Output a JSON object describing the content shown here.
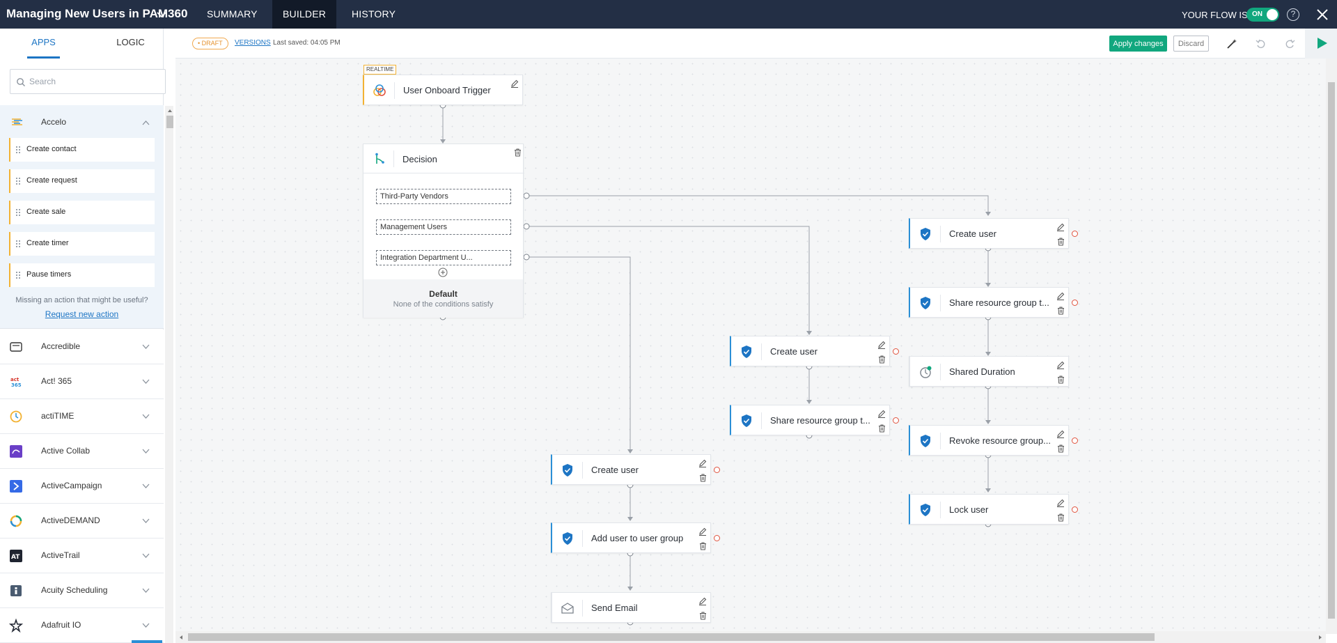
{
  "topbar": {
    "title": "Managing New Users in PAM360",
    "tabs": [
      {
        "label": "SUMMARY"
      },
      {
        "label": "BUILDER"
      },
      {
        "label": "HISTORY"
      }
    ],
    "flow_status_label": "YOUR FLOW IS",
    "toggle_label": "ON",
    "help": "?"
  },
  "sidebar": {
    "tabs": [
      {
        "label": "APPS"
      },
      {
        "label": "LOGIC"
      }
    ],
    "search_placeholder": "Search",
    "expanded_app": {
      "name": "Accelo",
      "actions": [
        "Create contact",
        "Create request",
        "Create sale",
        "Create timer",
        "Pause timers"
      ],
      "missing_text": "Missing an action that might be useful?",
      "request_link": "Request new action"
    },
    "apps": [
      {
        "name": "Accredible"
      },
      {
        "name": "Act! 365"
      },
      {
        "name": "actiTIME"
      },
      {
        "name": "Active Collab"
      },
      {
        "name": "ActiveCampaign"
      },
      {
        "name": "ActiveDEMAND"
      },
      {
        "name": "ActiveTrail"
      },
      {
        "name": "Acuity Scheduling"
      },
      {
        "name": "Adafruit IO"
      }
    ]
  },
  "toolbar": {
    "draft": "• DRAFT",
    "versions": "VERSIONS",
    "last_saved": "Last saved: 04:05 PM",
    "apply": "Apply changes",
    "discard": "Discard"
  },
  "flow": {
    "realtime_tag": "REALTIME",
    "trigger": "User Onboard Trigger",
    "decision": {
      "title": "Decision",
      "conditions": [
        "Third-Party Vendors",
        "Management Users",
        "Integration Department U..."
      ],
      "default_title": "Default",
      "default_sub": "None of the conditions satisfy"
    },
    "branch_vendors": [
      "Create user",
      "Share resource group t...",
      "Shared Duration",
      "Revoke resource group...",
      "Lock user"
    ],
    "branch_management": [
      "Create user",
      "Share resource group t..."
    ],
    "branch_integration": [
      "Create user",
      "Add user to user group",
      "Send Email"
    ]
  },
  "colors": {
    "topbar_bg": "#232f45",
    "accent_green": "#11a77e",
    "link_blue": "#1d75c4",
    "trigger_accent": "#f2b233",
    "error_red": "#e0523d"
  }
}
